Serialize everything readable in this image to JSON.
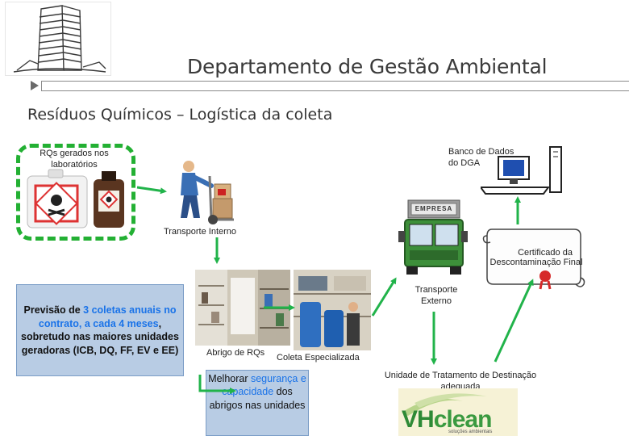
{
  "header": {
    "title": "Departamento de Gestão Ambiental",
    "subtitle": "Resíduos Químicos – Logística da coleta"
  },
  "diagram": {
    "labs_label_line1": "RQs gerados nos",
    "labs_label_line2": "laboratórios",
    "transporte_interno": "Transporte Interno",
    "banco_line1": "Banco de Dados",
    "banco_line2": "do DGA",
    "empresa_label": "EMPRESA",
    "certificado_line1": "Certificado da",
    "certificado_line2": "Descontaminação Final",
    "transporte_externo_line1": "Transporte",
    "transporte_externo_line2": "Externo",
    "abrigo_label": "Abrigo de RQs",
    "coleta_label": "Coleta Especializada",
    "unidade_line1": "Unidade de Tratamento de Destinação",
    "unidade_line2": "adequada",
    "vhclean_vh": "VH",
    "vhclean_clean": "clean",
    "vhclean_tagline": "soluções ambientais"
  },
  "previsao": {
    "p1": "Previsão de ",
    "p2": "3 coletas anuais no contrato, a cada 4 meses",
    "p3": ", sobretudo nas maiores unidades geradoras (ICB, DQ, FF, EV e EE)"
  },
  "melhorar": {
    "m1": "Melhorar ",
    "m2": "segurança e capacidade",
    "m3": " dos abrigos nas unidades"
  },
  "colors": {
    "arrow_green": "#21b34a",
    "dashed_green": "#23b033",
    "box_blue": "#b8cce4",
    "highlight_blue": "#1a73e8",
    "truck_green": "#3d8f3a"
  }
}
